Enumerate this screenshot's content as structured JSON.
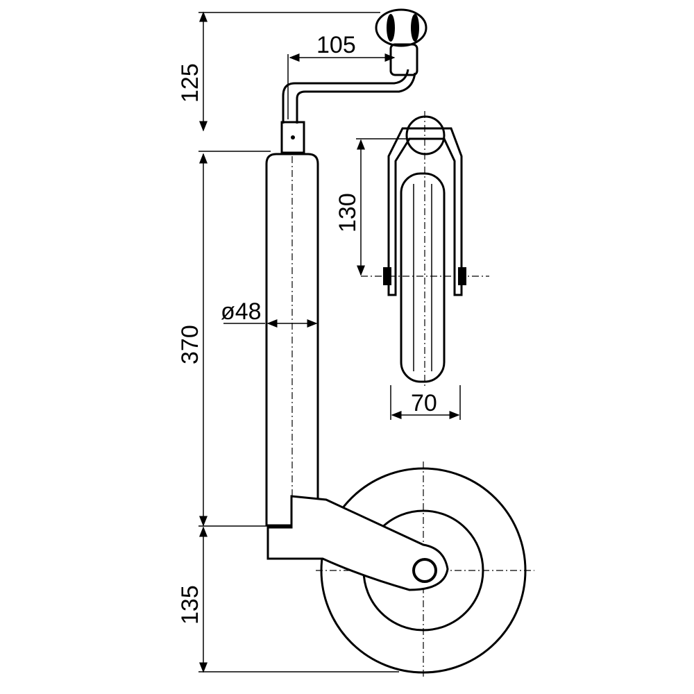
{
  "title": "Jockey wheel dimension drawing",
  "dimensions": {
    "crank_height": "125",
    "crank_offset": "105",
    "tube_length": "370",
    "tube_diameter": "ø48",
    "wheel_height": "135",
    "fork_height": "130",
    "wheel_width": "70"
  }
}
